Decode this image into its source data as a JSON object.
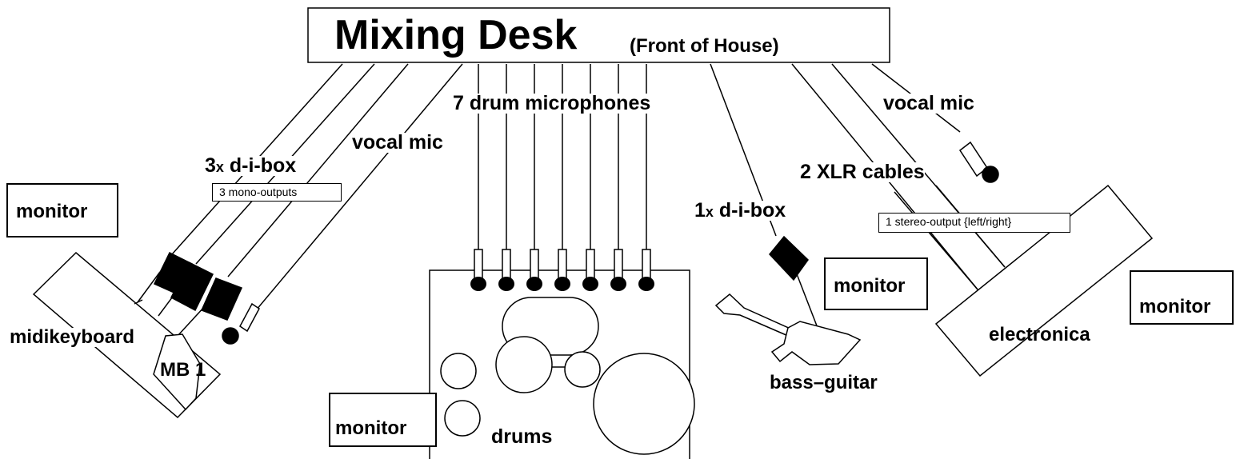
{
  "mixing_desk": {
    "title": "Mixing Desk",
    "subtitle": "(Front of House)"
  },
  "labels": {
    "drum_mics": "7 drum microphones",
    "vocal_mic_left": "vocal mic",
    "vocal_mic_right": "vocal mic",
    "di_box_3": "3x d-i-box",
    "di_box_3_prefix": "3",
    "di_box_3_x": "x",
    "di_box_3_suffix": " d-i-box",
    "mono_outputs": "3 mono-outputs",
    "xlr_cables": "2 XLR cables",
    "di_box_1_prefix": "1",
    "di_box_1_x": "x",
    "di_box_1_suffix": " d-i-box",
    "stereo_output": "1 stereo-output {left/right}",
    "midikeyboard": "midikeyboard",
    "mb1": "MB 1",
    "drums": "drums",
    "bass_guitar": "bass–guitar",
    "electronica": "electronica"
  },
  "monitors": {
    "left": "monitor",
    "drums": "monitor",
    "bass": "monitor",
    "right": "monitor"
  }
}
